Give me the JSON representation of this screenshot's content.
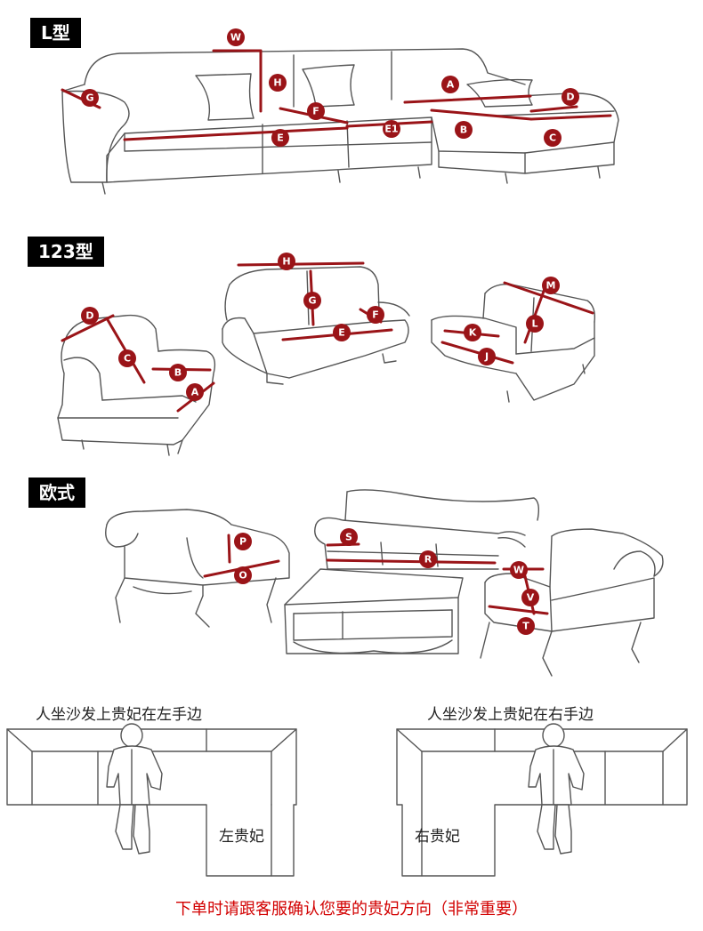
{
  "sections": {
    "l_type": "L型",
    "type_123": "123型",
    "european": "欧式"
  },
  "colors": {
    "marker": "#9a1418",
    "notice": "#d20000",
    "label_bg": "#000000"
  },
  "markers": {
    "W1": "W",
    "H1": "H",
    "G1": "G",
    "F1": "F",
    "E": "E",
    "E1": "E1",
    "A1": "A",
    "B1": "B",
    "C1": "C",
    "D1": "D",
    "D2": "D",
    "C2": "C",
    "B2": "B",
    "A2": "A",
    "H2": "H",
    "G2": "G",
    "F2": "F",
    "E2": "E",
    "M": "M",
    "L": "L",
    "K": "K",
    "J": "J",
    "P": "P",
    "O": "O",
    "S": "S",
    "R": "R",
    "W2": "W",
    "V": "V",
    "T": "T"
  },
  "orientation": {
    "left_caption": "人坐沙发上贵妃在左手边",
    "right_caption": "人坐沙发上贵妃在右手边",
    "left_label": "左贵妃",
    "right_label": "右贵妃"
  },
  "notice": "下单时请跟客服确认您要的贵妃方向（非常重要）"
}
